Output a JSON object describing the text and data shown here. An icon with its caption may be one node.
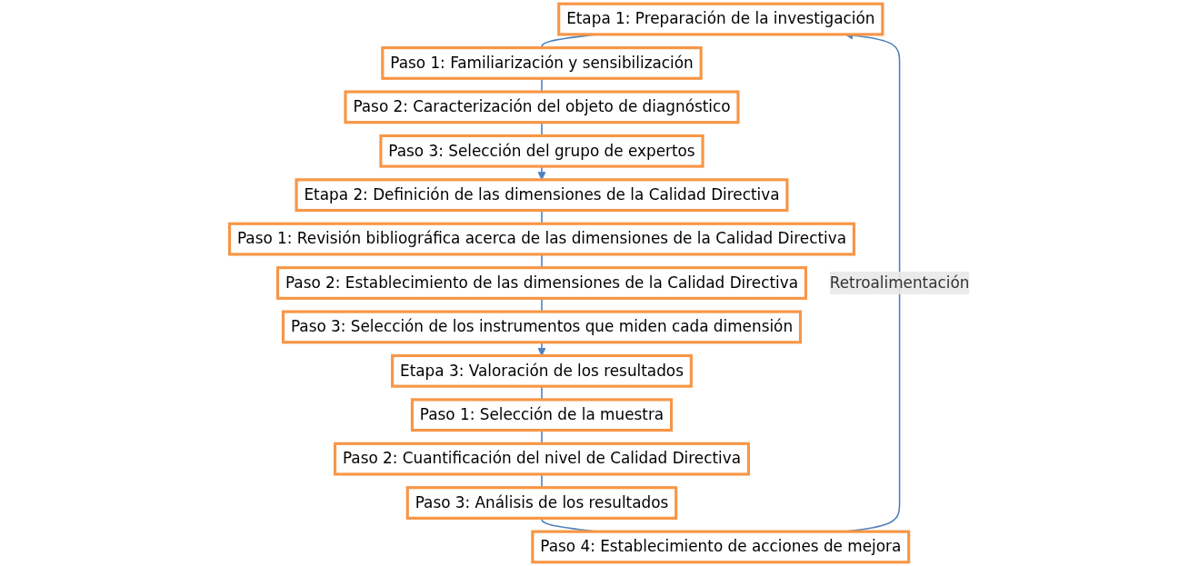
{
  "diagram": {
    "nodes": [
      {
        "text": [
          "Etapa 1: Preparación de la investigación"
        ]
      },
      {
        "text": [
          "Paso 1: Familiarización y sensibilización"
        ]
      },
      {
        "text": [
          "Paso 2: Caracterización del objeto de diagnóstico"
        ]
      },
      {
        "text": [
          "Paso 3: Selección del grupo de expertos"
        ]
      },
      {
        "text": [
          "Etapa 2: Definición de las dimensiones de la Calidad Directiva"
        ]
      },
      {
        "text": [
          "Paso 1: Revisión bibliográfica acerca de las dimensiones de la Calidad Directiva"
        ]
      },
      {
        "text": [
          "Paso 2: Establecimiento de las dimensiones de la Calidad Directiva"
        ]
      },
      {
        "text": [
          "Paso 3: Selección de los instrumentos que miden cada dimensión"
        ]
      },
      {
        "text": [
          "Etapa 3: Valoración de los resultados"
        ]
      },
      {
        "text": [
          "Paso 1: Selección de la muestra"
        ]
      },
      {
        "text": [
          "Paso 2: Cuantificación del nivel de Calidad Directiva"
        ]
      },
      {
        "text": [
          "Paso 3: Análisis de los resultados"
        ]
      },
      {
        "text": [
          "Paso 4: Establecimiento de acciones de mejora"
        ]
      }
    ],
    "edges": [
      {
        "from": 0,
        "to": 1,
        "arrow": "none"
      },
      {
        "from": 1,
        "to": 2,
        "arrow": "none"
      },
      {
        "from": 2,
        "to": 3,
        "arrow": "none"
      },
      {
        "from": 3,
        "to": 4,
        "arrow": "to"
      },
      {
        "from": 4,
        "to": 5,
        "arrow": "none"
      },
      {
        "from": 5,
        "to": 6,
        "arrow": "none"
      },
      {
        "from": 6,
        "to": 7,
        "arrow": "none"
      },
      {
        "from": 7,
        "to": 8,
        "arrow": "to"
      },
      {
        "from": 8,
        "to": 9,
        "arrow": "none"
      },
      {
        "from": 9,
        "to": 10,
        "arrow": "none"
      },
      {
        "from": 10,
        "to": 11,
        "arrow": "none"
      },
      {
        "from": 11,
        "to": 12,
        "arrow": "none"
      },
      {
        "from": 12,
        "to": 0,
        "label": "Retroalimentación",
        "arrow": "to"
      }
    ]
  }
}
